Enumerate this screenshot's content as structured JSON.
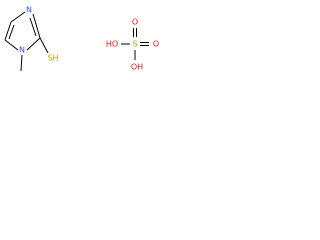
{
  "colors": {
    "background": "#ffffff",
    "bond": "#000000",
    "nitrogen": "#3050f8",
    "sulfur": "#c8a000",
    "oxygen": "#ff0d0d"
  },
  "molecule_left": {
    "atoms": {
      "n_top": "N",
      "n_methyl": "N",
      "thiol": "SH"
    }
  },
  "molecule_right": {
    "atoms": {
      "sulfur": "S",
      "oxygen_top": "O",
      "oxygen_right": "O",
      "hydroxyl_left": "HO",
      "hydroxyl_bottom": "OH"
    }
  }
}
